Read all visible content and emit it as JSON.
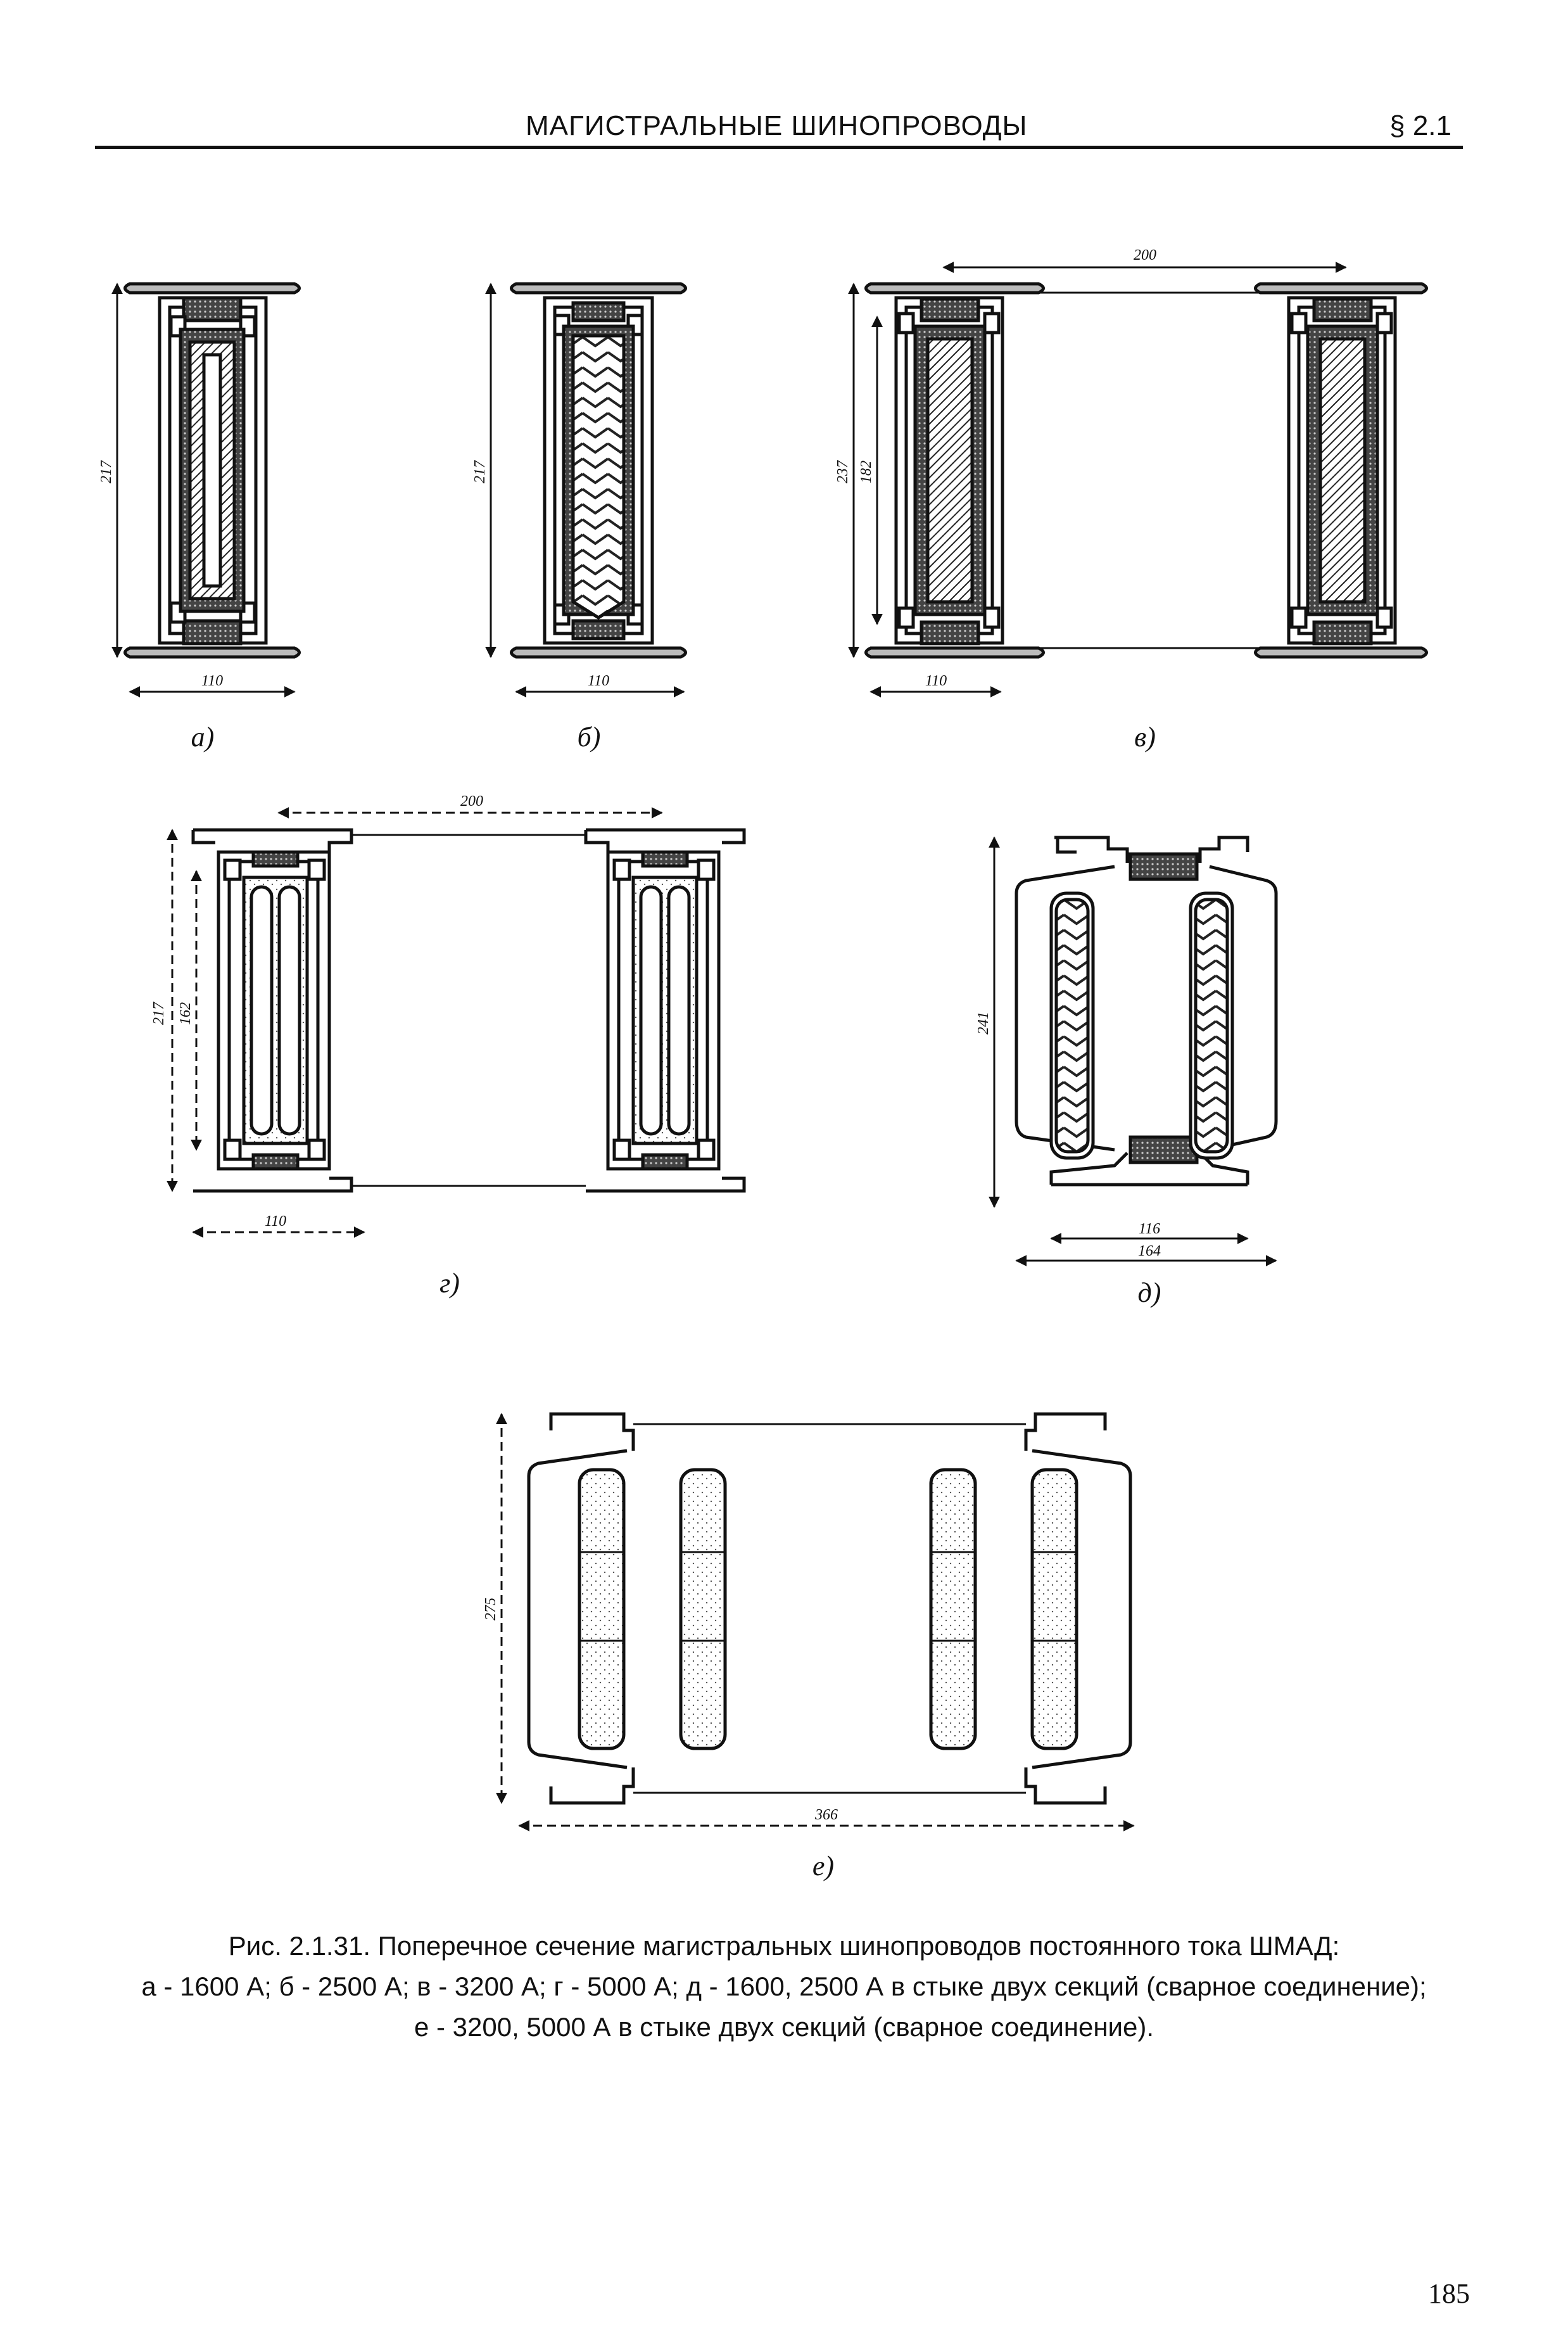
{
  "header": {
    "title": "МАГИСТРАЛЬНЫЕ ШИНОПРОВОДЫ",
    "section": "§ 2.1"
  },
  "figures": {
    "a": {
      "label": "а)",
      "height_dim": "217",
      "width_dim": "110"
    },
    "b": {
      "label": "б)",
      "height_dim": "217",
      "width_dim": "110"
    },
    "v": {
      "label": "в)",
      "span_dim": "200",
      "height_dim": "237",
      "inner_dim": "182",
      "width_dim": "110"
    },
    "g": {
      "label": "г)",
      "span_dim": "200",
      "height_dim": "217",
      "inner_dim": "162",
      "width_dim": "110"
    },
    "d": {
      "label": "д)",
      "height_dim": "241",
      "inner_width_dim": "116",
      "outer_width_dim": "164"
    },
    "e": {
      "label": "е)",
      "height_dim": "275",
      "width_dim": "366"
    }
  },
  "caption": {
    "line1": "Рис. 2.1.31. Поперечное сечение магистральных шинопроводов постоянного тока ШМАД:",
    "line2": "а - 1600 А; б - 2500 А; в - 3200 А; г - 5000 А; д - 1600, 2500 А в стыке двух секций (сварное соединение);",
    "line3": "е - 3200, 5000 А в стыке двух секций (сварное соединение)."
  },
  "page_number": "185"
}
